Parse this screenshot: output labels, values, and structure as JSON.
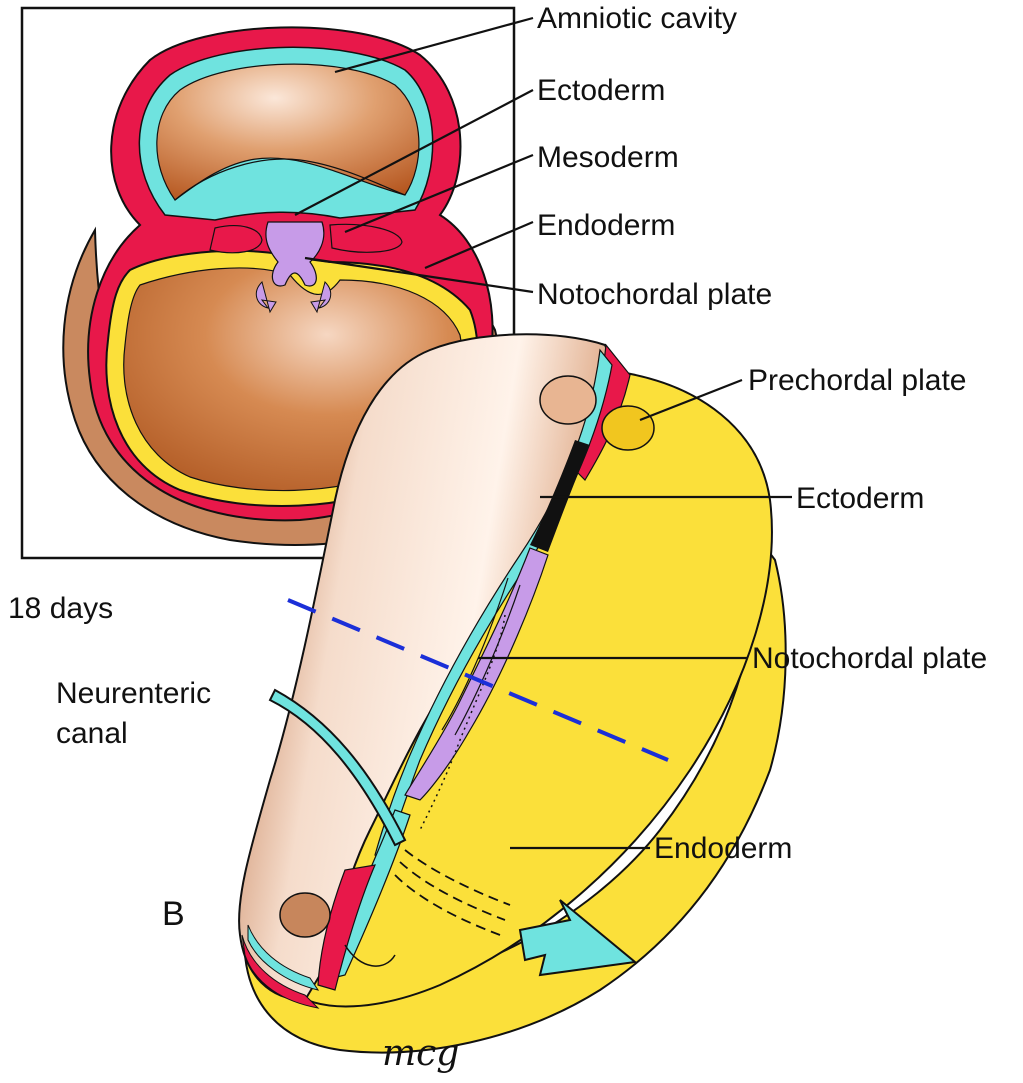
{
  "inset": {
    "labels": {
      "amniotic_cavity": "Amniotic cavity",
      "ectoderm": "Ectoderm",
      "mesoderm": "Mesoderm",
      "endoderm": "Endoderm",
      "notochordal_plate": "Notochordal plate"
    }
  },
  "stage": "18 days",
  "main": {
    "labels": {
      "prechordal_plate": "Prechordal plate",
      "ectoderm": "Ectoderm",
      "notochordal_plate": "Notochordal plate",
      "neurenteric_canal_line1": "Neurenteric",
      "neurenteric_canal_line2": "canal",
      "endoderm": "Endoderm"
    },
    "panel_letter": "B"
  },
  "signature": "mcg",
  "colors": {
    "brown": "#c46b2c",
    "skin": "#f3d4bd",
    "red": "#e8184a",
    "cyan": "#6fe3df",
    "yellow": "#fbe03a",
    "lilac": "#c79be8",
    "dash_blue": "#1b2fd8"
  }
}
